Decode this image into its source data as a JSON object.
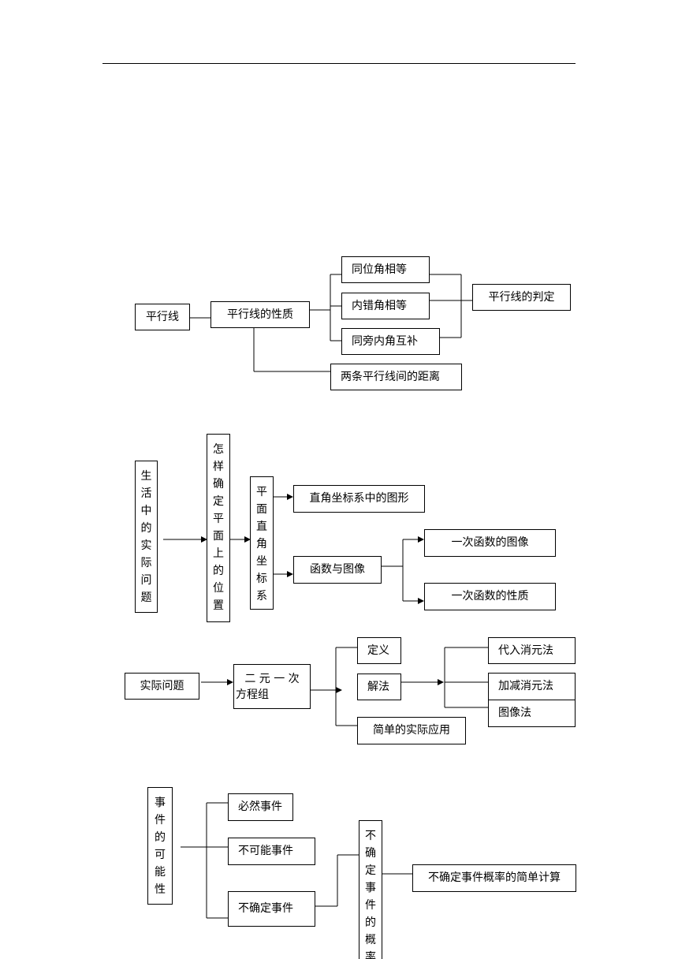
{
  "d1": {
    "parallel_lines": "平行线",
    "properties": "平行线的性质",
    "corresponding": "同位角相等",
    "alternate": "内错角相等",
    "same_side": "同旁内角互补",
    "criteria": "平行线的判定",
    "distance": "两条平行线间的距离"
  },
  "d2": {
    "real_problem": "生活中的实际问题",
    "locate_position": "怎样确定平面上的位置",
    "coordinate_system": "平面直角坐标系",
    "figures": "直角坐标系中的图形",
    "functions": "函数与图像",
    "linear_image": "一次函数的图像",
    "linear_props": "一次函数的性质"
  },
  "d3": {
    "real_problem": "实际问题",
    "system_line1": "二 元 一 次",
    "system_line2": "方程组",
    "definition": "定义",
    "solution": "解法",
    "application": "简单的实际应用",
    "substitution": "代入消元法",
    "elimination": "加减消元法",
    "graphical": "图像法"
  },
  "d4": {
    "possibility": "事件的可能性",
    "certain": "必然事件",
    "impossible": "不可能事件",
    "uncertain": "不确定事件",
    "probability": "不确定事件的概率",
    "simple_calc": "不确定事件概率的简单计算"
  }
}
